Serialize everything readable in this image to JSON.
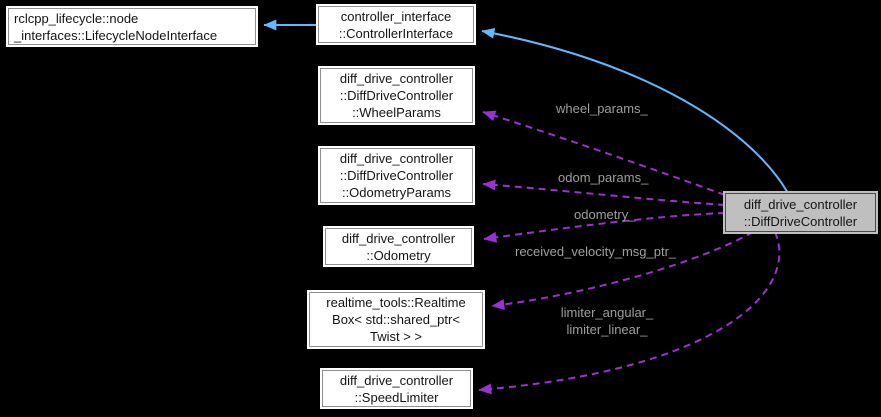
{
  "diagram": {
    "type": "doxygen-collaboration-graph",
    "background": "#000000",
    "colors": {
      "inheritance": "#63b8ff",
      "usage": "#9a32cd",
      "edge_label": "#9e9e9e",
      "node_fill": "#ffffff",
      "node_border": "#8f8f8f",
      "node_text": "#141414",
      "selected_fill": "#bfbfbf",
      "selected_border": "#4a4a4a"
    },
    "nodes": [
      {
        "id": "lifecycle-node-interface",
        "lines": [
          "rclcpp_lifecycle::node",
          "_interfaces::LifecycleNodeInterface"
        ]
      },
      {
        "id": "controller-interface",
        "lines": [
          "controller_interface",
          "::ControllerInterface"
        ]
      },
      {
        "id": "wheel-params",
        "lines": [
          "diff_drive_controller",
          "::DiffDriveController",
          "::WheelParams"
        ]
      },
      {
        "id": "odometry-params",
        "lines": [
          "diff_drive_controller",
          "::DiffDriveController",
          "::OdometryParams"
        ]
      },
      {
        "id": "odometry",
        "lines": [
          "diff_drive_controller",
          "::Odometry"
        ]
      },
      {
        "id": "realtime-box",
        "lines": [
          "realtime_tools::Realtime",
          "Box< std::shared_ptr<",
          "Twist > >"
        ]
      },
      {
        "id": "speed-limiter",
        "lines": [
          "diff_drive_controller",
          "::SpeedLimiter"
        ]
      },
      {
        "id": "diff-drive-controller",
        "lines": [
          "diff_drive_controller",
          "::DiffDriveController"
        ],
        "selected": true
      }
    ],
    "edges": [
      {
        "from": "controller_interface::ControllerInterface",
        "to": "rclcpp_lifecycle::node_interfaces::LifecycleNodeInterface",
        "type": "inheritance",
        "label": ""
      },
      {
        "from": "diff_drive_controller::DiffDriveController",
        "to": "controller_interface::ControllerInterface",
        "type": "inheritance",
        "label": ""
      },
      {
        "from": "diff_drive_controller::DiffDriveController",
        "to": "diff_drive_controller::DiffDriveController::WheelParams",
        "type": "usage",
        "label": "wheel_params_"
      },
      {
        "from": "diff_drive_controller::DiffDriveController",
        "to": "diff_drive_controller::DiffDriveController::OdometryParams",
        "type": "usage",
        "label": "odom_params_"
      },
      {
        "from": "diff_drive_controller::DiffDriveController",
        "to": "diff_drive_controller::Odometry",
        "type": "usage",
        "label": "odometry_"
      },
      {
        "from": "diff_drive_controller::DiffDriveController",
        "to": "realtime_tools::RealtimeBox< std::shared_ptr< Twist > >",
        "type": "usage",
        "label": "received_velocity_msg_ptr_"
      },
      {
        "from": "diff_drive_controller::DiffDriveController",
        "to": "diff_drive_controller::SpeedLimiter",
        "type": "usage",
        "label_lines": [
          "limiter_angular_",
          "limiter_linear_"
        ]
      }
    ]
  }
}
